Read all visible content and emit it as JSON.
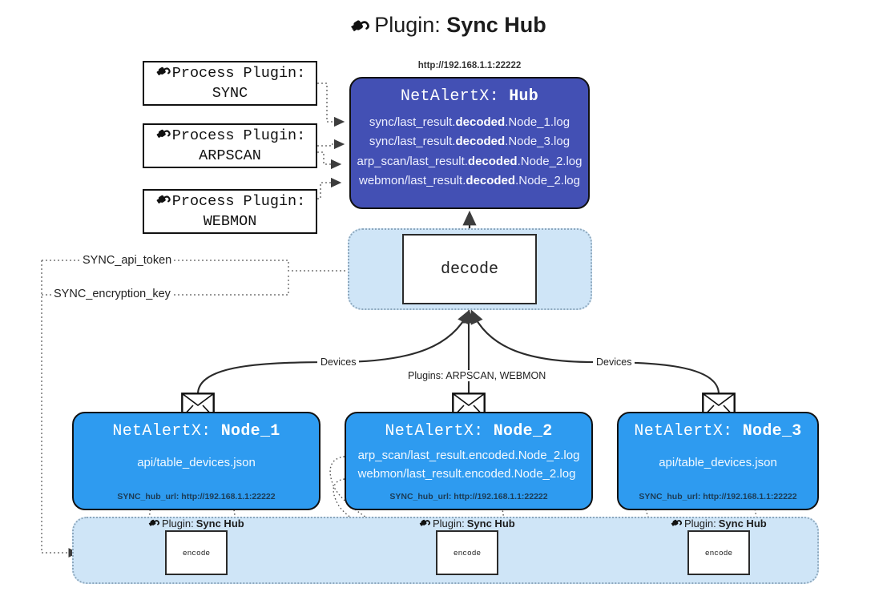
{
  "title": {
    "icon": "plug-icon",
    "prefix": "Plugin: ",
    "name": "Sync Hub"
  },
  "process_plugins": [
    {
      "line1": "Process Plugin:",
      "line2": "SYNC",
      "icon": "plug-icon"
    },
    {
      "line1": "Process Plugin:",
      "line2": "ARPSCAN",
      "icon": "plug-icon"
    },
    {
      "line1": "Process Plugin:",
      "line2": "WEBMON",
      "icon": "plug-icon"
    }
  ],
  "hub": {
    "url": "http://192.168.1.1:22222",
    "title_prefix": "NetAlertX: ",
    "title_name": "Hub",
    "logs": [
      {
        "pre": "sync/last_result.",
        "mid": "decoded",
        "post": ".Node_1.log"
      },
      {
        "pre": "sync/last_result.",
        "mid": "decoded",
        "post": ".Node_3.log"
      },
      {
        "pre": "arp_scan/last_result.",
        "mid": "decoded",
        "post": ".Node_2.log"
      },
      {
        "pre": "webmon/last_result.",
        "mid": "decoded",
        "post": ".Node_2.log"
      }
    ]
  },
  "decode": {
    "label": "decode"
  },
  "secrets": {
    "api_token": "SYNC_api_token",
    "encryption_key": "SYNC_encryption_key"
  },
  "edges": {
    "devices_left": "Devices",
    "devices_right": "Devices",
    "plugins_center": "Plugins: ARPSCAN, WEBMON"
  },
  "nodes": [
    {
      "title_prefix": "NetAlertX: ",
      "title_name": "Node_1",
      "lines": [
        "api/table_devices.json"
      ],
      "hub_url": "SYNC_hub_url: http://192.168.1.1:22222",
      "mail_icon": "envelope-icon"
    },
    {
      "title_prefix": "NetAlertX: ",
      "title_name": "Node_2",
      "lines": [
        "arp_scan/last_result.encoded.Node_2.log",
        "webmon/last_result.encoded.Node_2.log"
      ],
      "hub_url": "SYNC_hub_url: http://192.168.1.1:22222",
      "mail_icon": "envelope-icon"
    },
    {
      "title_prefix": "NetAlertX: ",
      "title_name": "Node_3",
      "lines": [
        "api/table_devices.json"
      ],
      "hub_url": "SYNC_hub_url: http://192.168.1.1:22222",
      "mail_icon": "envelope-icon"
    }
  ],
  "encoders": [
    {
      "plugin_prefix": "Plugin: ",
      "plugin_name": "Sync Hub",
      "label": "encode",
      "icon": "plug-icon"
    },
    {
      "plugin_prefix": "Plugin: ",
      "plugin_name": "Sync Hub",
      "label": "encode",
      "icon": "plug-icon"
    },
    {
      "plugin_prefix": "Plugin: ",
      "plugin_name": "Sync Hub",
      "label": "encode",
      "icon": "plug-icon"
    }
  ],
  "colors": {
    "hub_blue": "#4350b4",
    "node_blue": "#2e9bf0",
    "container_blue": "#cfe5f7",
    "container_border": "#8ea8bd",
    "stroke": "#2b2b2b"
  }
}
